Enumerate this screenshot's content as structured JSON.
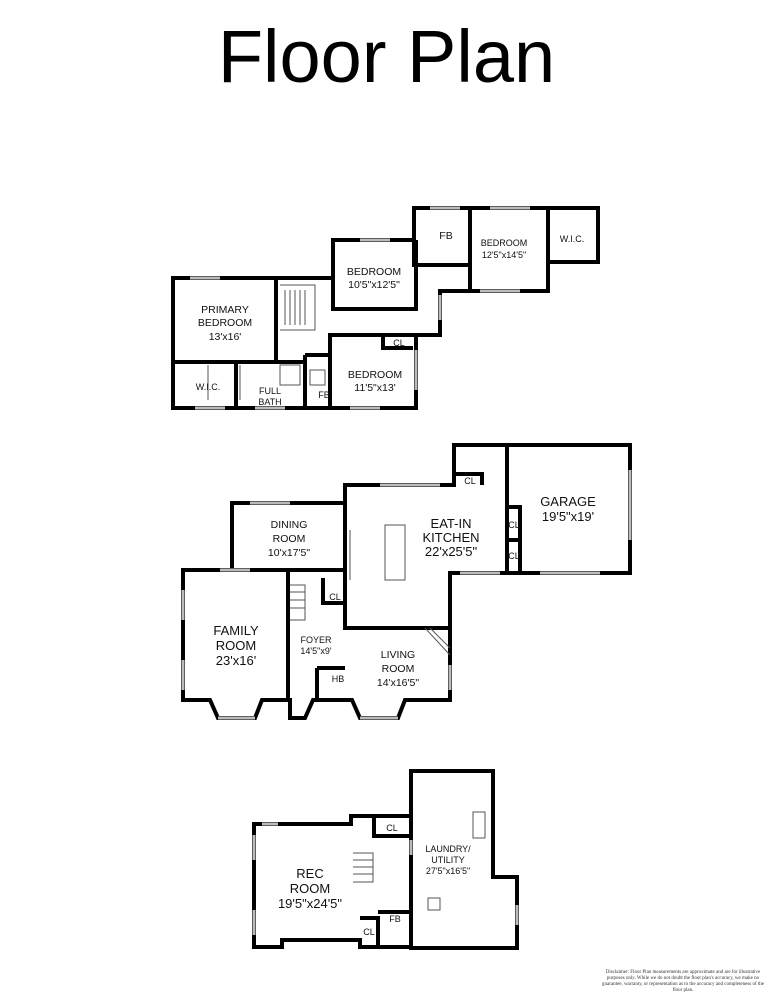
{
  "title": "Floor Plan",
  "upper_floor": {
    "primary_bedroom": {
      "line1": "PRIMARY",
      "line2": "BEDROOM",
      "dims": "13'x16'"
    },
    "bedroom_a": {
      "line1": "BEDROOM",
      "dims": "10'5\"x12'5\""
    },
    "bedroom_b": {
      "line1": "BEDROOM",
      "dims": "12'5\"x14'5\""
    },
    "bedroom_c": {
      "line1": "BEDROOM",
      "dims": "11'5\"x13'"
    },
    "fb_top": "FB",
    "wic_right": "W.I.C.",
    "wic_left": "W.I.C.",
    "full_bath": {
      "line1": "FULL",
      "line2": "BATH"
    },
    "fb_small": "FB",
    "cl": "CL"
  },
  "main_floor": {
    "garage": {
      "line1": "GARAGE",
      "dims": "19'5\"x19'"
    },
    "kitchen": {
      "line1": "EAT-IN",
      "line2": "KITCHEN",
      "dims": "22'x25'5\""
    },
    "dining": {
      "line1": "DINING",
      "line2": "ROOM",
      "dims": "10'x17'5\""
    },
    "family": {
      "line1": "FAMILY",
      "line2": "ROOM",
      "dims": "23'x16'"
    },
    "foyer": {
      "line1": "FOYER",
      "dims": "14'5\"x9'"
    },
    "living": {
      "line1": "LIVING",
      "line2": "ROOM",
      "dims": "14'x16'5\""
    },
    "cl_mud": "CL",
    "cl_g1": "CL",
    "cl_g2": "CL",
    "cl_foyer": "CL",
    "hb": "HB"
  },
  "lower_floor": {
    "rec": {
      "line1": "REC",
      "line2": "ROOM",
      "dims": "19'5\"x24'5\""
    },
    "laundry": {
      "line1": "LAUNDRY/",
      "line2": "UTILITY",
      "dims": "27'5\"x16'5\""
    },
    "cl_top": "CL",
    "cl_bottom": "CL",
    "fb": "FB"
  },
  "disclaimer": "Disclaimer: Floor Plan measurements are approximate and are for illustrative purposes only. While we do not doubt the floor plan's accuracy, we make no guarantee, warranty, or representation as to the accuracy and completeness of the floor plan."
}
